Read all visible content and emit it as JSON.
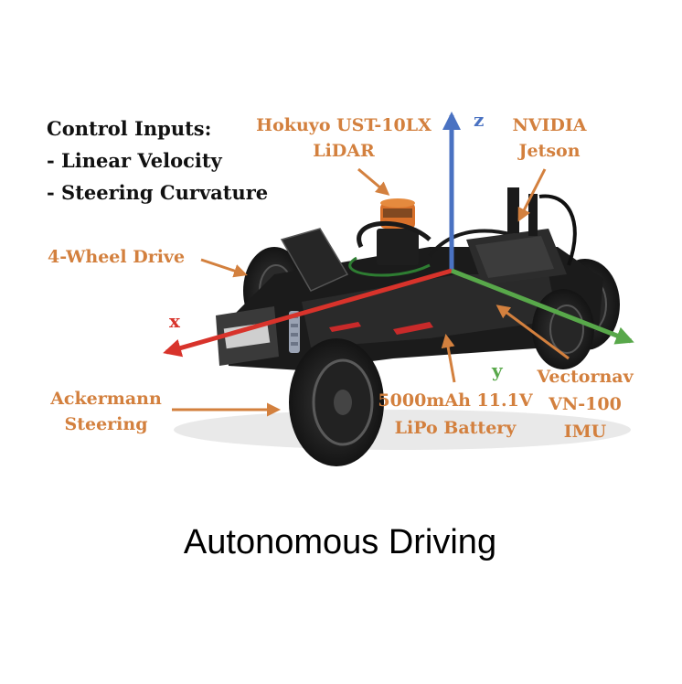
{
  "control_inputs": {
    "title": "Control Inputs:",
    "items": [
      "- Linear Velocity",
      "- Steering Curvature"
    ]
  },
  "labels": {
    "lidar": [
      "Hokuyo UST-10LX",
      "LiDAR"
    ],
    "jetson": [
      "NVIDIA",
      "Jetson"
    ],
    "four_wheel": "4-Wheel Drive",
    "ackermann": [
      "Ackermann",
      "Steering"
    ],
    "battery": [
      "5000mAh 11.1V",
      "LiPo Battery"
    ],
    "imu": [
      "Vectornav",
      "VN-100",
      "IMU"
    ]
  },
  "axes": {
    "x": {
      "label": "x",
      "color": "#d8332b"
    },
    "y": {
      "label": "y",
      "color": "#58a84a"
    },
    "z": {
      "label": "z",
      "color": "#4a72c2"
    }
  },
  "colors": {
    "annotation": "#d3803e"
  },
  "caption": "Autonomous Driving"
}
